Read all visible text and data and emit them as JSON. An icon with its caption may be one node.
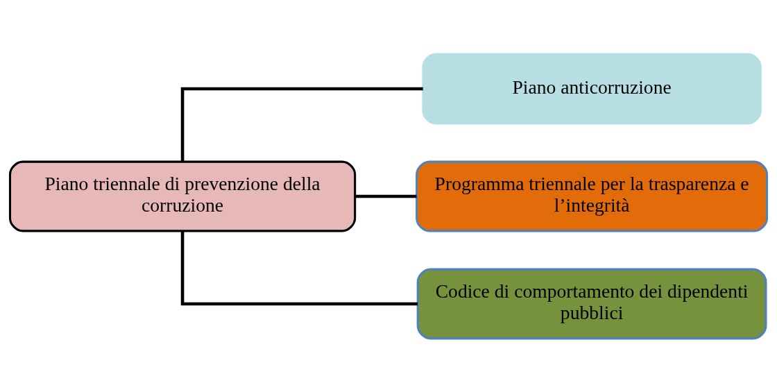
{
  "diagram": {
    "nodes": [
      {
        "text": [
          "Piano triennale di prevenzione della corruzione"
        ]
      },
      {
        "text": [
          "Piano anticorruzione"
        ]
      },
      {
        "text": [
          "Programma triennale per la trasparenza e l’integrità"
        ]
      },
      {
        "text": [
          "Codice di comportamento dei dipendenti pubblici"
        ]
      }
    ],
    "edges": [
      {
        "from": 0,
        "to": 1,
        "arrow": "none"
      },
      {
        "from": 0,
        "to": 2,
        "arrow": "none"
      },
      {
        "from": 0,
        "to": 3,
        "arrow": "none"
      }
    ]
  }
}
